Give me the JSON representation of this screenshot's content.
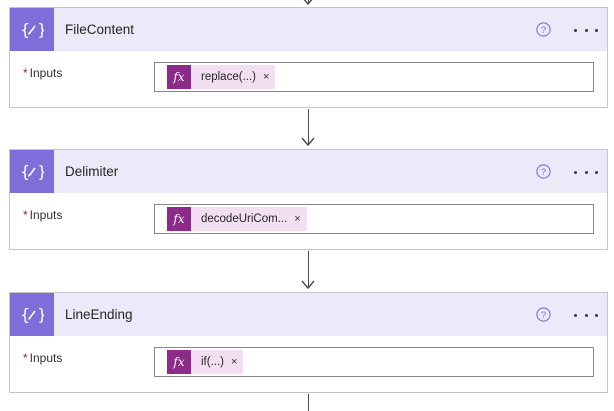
{
  "flow": {
    "steps": [
      {
        "title": "FileContent",
        "field_label": "Inputs",
        "required_marker": "*",
        "token_label": "replace(...)",
        "token_fx": "fx",
        "token_remove": "×"
      },
      {
        "title": "Delimiter",
        "field_label": "Inputs",
        "required_marker": "*",
        "token_label": "decodeUriCom...",
        "token_fx": "fx",
        "token_remove": "×"
      },
      {
        "title": "LineEnding",
        "field_label": "Inputs",
        "required_marker": "*",
        "token_label": "if(...)",
        "token_fx": "fx",
        "token_remove": "×"
      }
    ]
  },
  "icons": {
    "step_icon": "compose-braces-pen-icon",
    "help": "question-circle-icon",
    "more": "more-ellipsis-icon",
    "connector_arrow": "arrow-down-icon"
  },
  "colors": {
    "step_icon_bg": "#7f6ed9",
    "header_bg": "#eceaf8",
    "token_bg": "#f3dff2",
    "token_fx_bg": "#8c2b8a",
    "help_icon": "#7f6ed9"
  }
}
